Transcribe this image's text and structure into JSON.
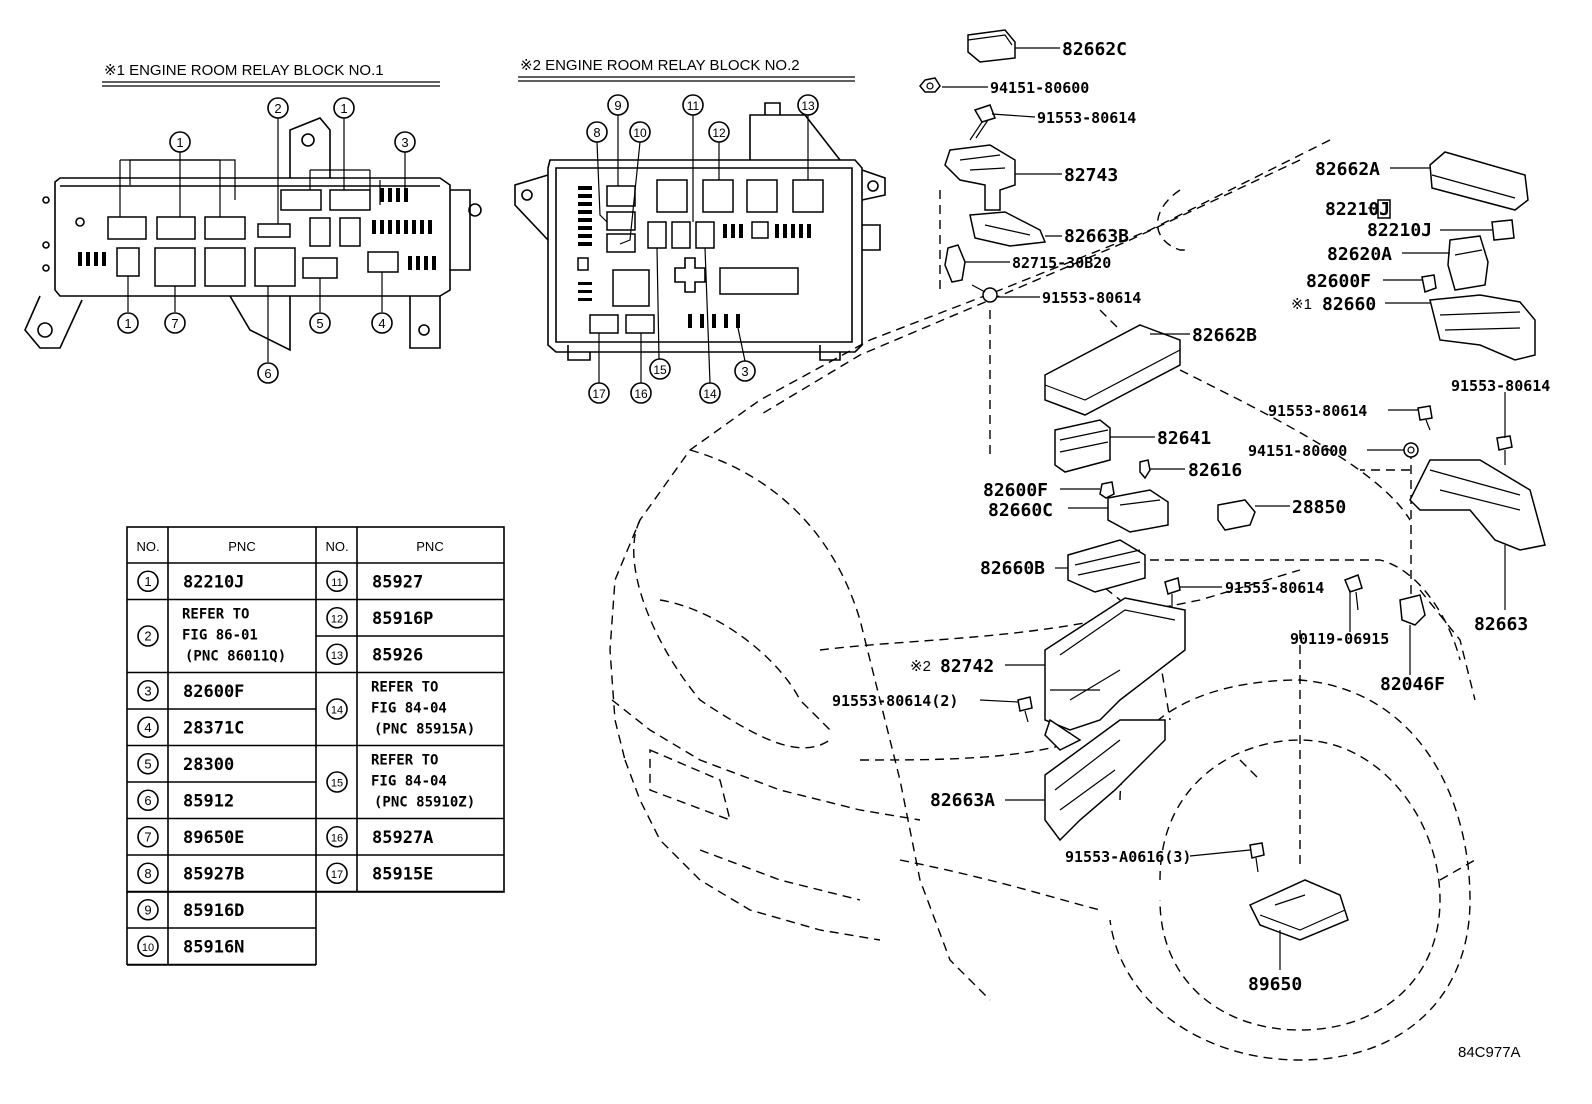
{
  "block1": {
    "title": "※1 ENGINE ROOM RELAY BLOCK NO.1",
    "callouts": [
      "1",
      "2",
      "1",
      "3",
      "1",
      "7",
      "6",
      "5",
      "4"
    ]
  },
  "block2": {
    "title": "※2 ENGINE ROOM RELAY BLOCK NO.2",
    "callouts": [
      "9",
      "11",
      "13",
      "8",
      "10",
      "12",
      "17",
      "16",
      "15",
      "14",
      "3"
    ]
  },
  "table": {
    "headers": [
      "NO.",
      "PNC",
      "NO.",
      "PNC"
    ],
    "left": [
      {
        "no": "1",
        "pnc": [
          "82210J"
        ]
      },
      {
        "no": "2",
        "pnc": [
          "REFER TO",
          "FIG 86-01",
          "(PNC 86011Q)"
        ]
      },
      {
        "no": "3",
        "pnc": [
          "82600F"
        ]
      },
      {
        "no": "4",
        "pnc": [
          "28371C"
        ]
      },
      {
        "no": "5",
        "pnc": [
          "28300"
        ]
      },
      {
        "no": "6",
        "pnc": [
          "85912"
        ]
      },
      {
        "no": "7",
        "pnc": [
          "89650E"
        ]
      },
      {
        "no": "8",
        "pnc": [
          "85927B"
        ]
      },
      {
        "no": "9",
        "pnc": [
          "85916D"
        ]
      },
      {
        "no": "10",
        "pnc": [
          "85916N"
        ]
      }
    ],
    "right": [
      {
        "no": "11",
        "pnc": [
          "85927"
        ]
      },
      {
        "no": "12",
        "pnc": [
          "85916P"
        ]
      },
      {
        "no": "13",
        "pnc": [
          "85926"
        ]
      },
      {
        "no": "14",
        "pnc": [
          "REFER TO",
          "FIG 84-04",
          "(PNC 85915A)"
        ]
      },
      {
        "no": "15",
        "pnc": [
          "REFER TO",
          "FIG 84-04",
          "(PNC 85910Z)"
        ]
      },
      {
        "no": "16",
        "pnc": [
          "85927A"
        ]
      },
      {
        "no": "17",
        "pnc": [
          "85915E"
        ]
      }
    ]
  },
  "labels": {
    "p82662C": "82662C",
    "p94151_top": "94151-80600",
    "p91553_top": "91553-80614",
    "p82743": "82743",
    "p82663B": "82663B",
    "p82715": "82715-30B20",
    "p91553_mid": "91553-80614",
    "p82662B": "82662B",
    "p82641": "82641",
    "p82616": "82616",
    "p82600F_mid": "82600F",
    "p82660C": "82660C",
    "p28850": "28850",
    "p82660B": "82660B",
    "p91553_lower": "91553-80614",
    "p82742_mark": "※2",
    "p82742": "82742",
    "p91553_2": "91553-80614(2)",
    "p82663A": "82663A",
    "p91553_A": "91553-A0616(3)",
    "p89650": "89650",
    "p82662A": "82662A",
    "p82210J_a": "82210J",
    "p82210J_b": "82210J",
    "p82620A": "82620A",
    "p82600F_r": "82600F",
    "p82660_mark": "※1",
    "p82660": "82660",
    "p91553_r1": "91553-80614",
    "p91553_r2": "91553-80614",
    "p94151_r": "94151-80600",
    "p82663": "82663",
    "p90119": "90119-06915",
    "p82046F": "82046F"
  },
  "figure_code": "84C977A"
}
